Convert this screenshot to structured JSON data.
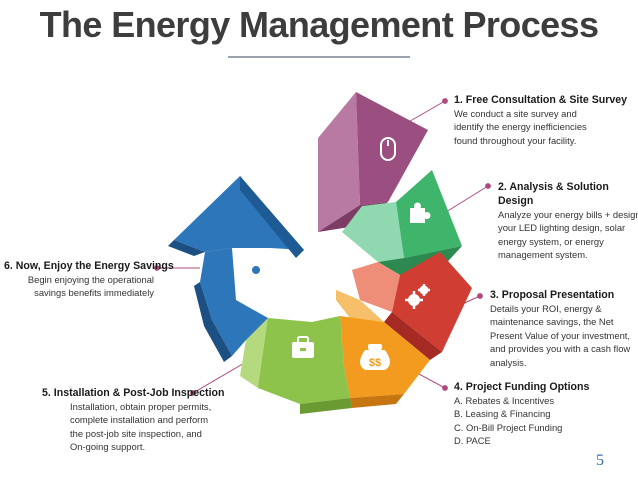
{
  "title": "The Energy Management Process",
  "colors": {
    "step1": "#a15f8c",
    "step2": "#3eb56a",
    "step3": "#cf3d33",
    "step4": "#f29b1e",
    "step5": "#8dc24b",
    "step6": "#2c76b9",
    "connector": "#b0487e"
  },
  "steps": [
    {
      "title": "1. Free Consultation & Site Survey",
      "lines": [
        "We conduct a site survey and",
        "identify the energy inefficiencies",
        "found throughout your facility."
      ],
      "icon": "mouse-icon"
    },
    {
      "title": "2. Analysis & Solution Design",
      "lines": [
        "Analyze your energy bills + design",
        "your LED lighting design, solar",
        "energy system, or energy",
        "management system."
      ],
      "icon": "puzzle-icon"
    },
    {
      "title": "3. Proposal Presentation",
      "lines": [
        "Details your ROI, energy &",
        "maintenance savings, the Net",
        "Present Value of your investment,",
        "and provides you with a cash flow",
        "analysis."
      ],
      "icon": "gears-icon"
    },
    {
      "title": "4. Project Funding Options",
      "lines": [
        "A. Rebates & Incentives",
        "B.  Leasing & Financing",
        "C. On-Bill Project Funding",
        "D. PACE"
      ],
      "icon": "money-bag-icon"
    },
    {
      "title": "5. Installation & Post-Job Inspection",
      "lines": [
        "Installation, obtain proper permits,",
        "complete installation and perform",
        "the post-job site inspection, and",
        "On-going support."
      ],
      "icon": "briefcase-icon"
    },
    {
      "title": "6. Now, Enjoy the Energy Savings",
      "lines": [
        "Begin enjoying the operational",
        "savings benefits immediately"
      ],
      "icon": "globe-search-icon"
    }
  ],
  "page_number": "5"
}
